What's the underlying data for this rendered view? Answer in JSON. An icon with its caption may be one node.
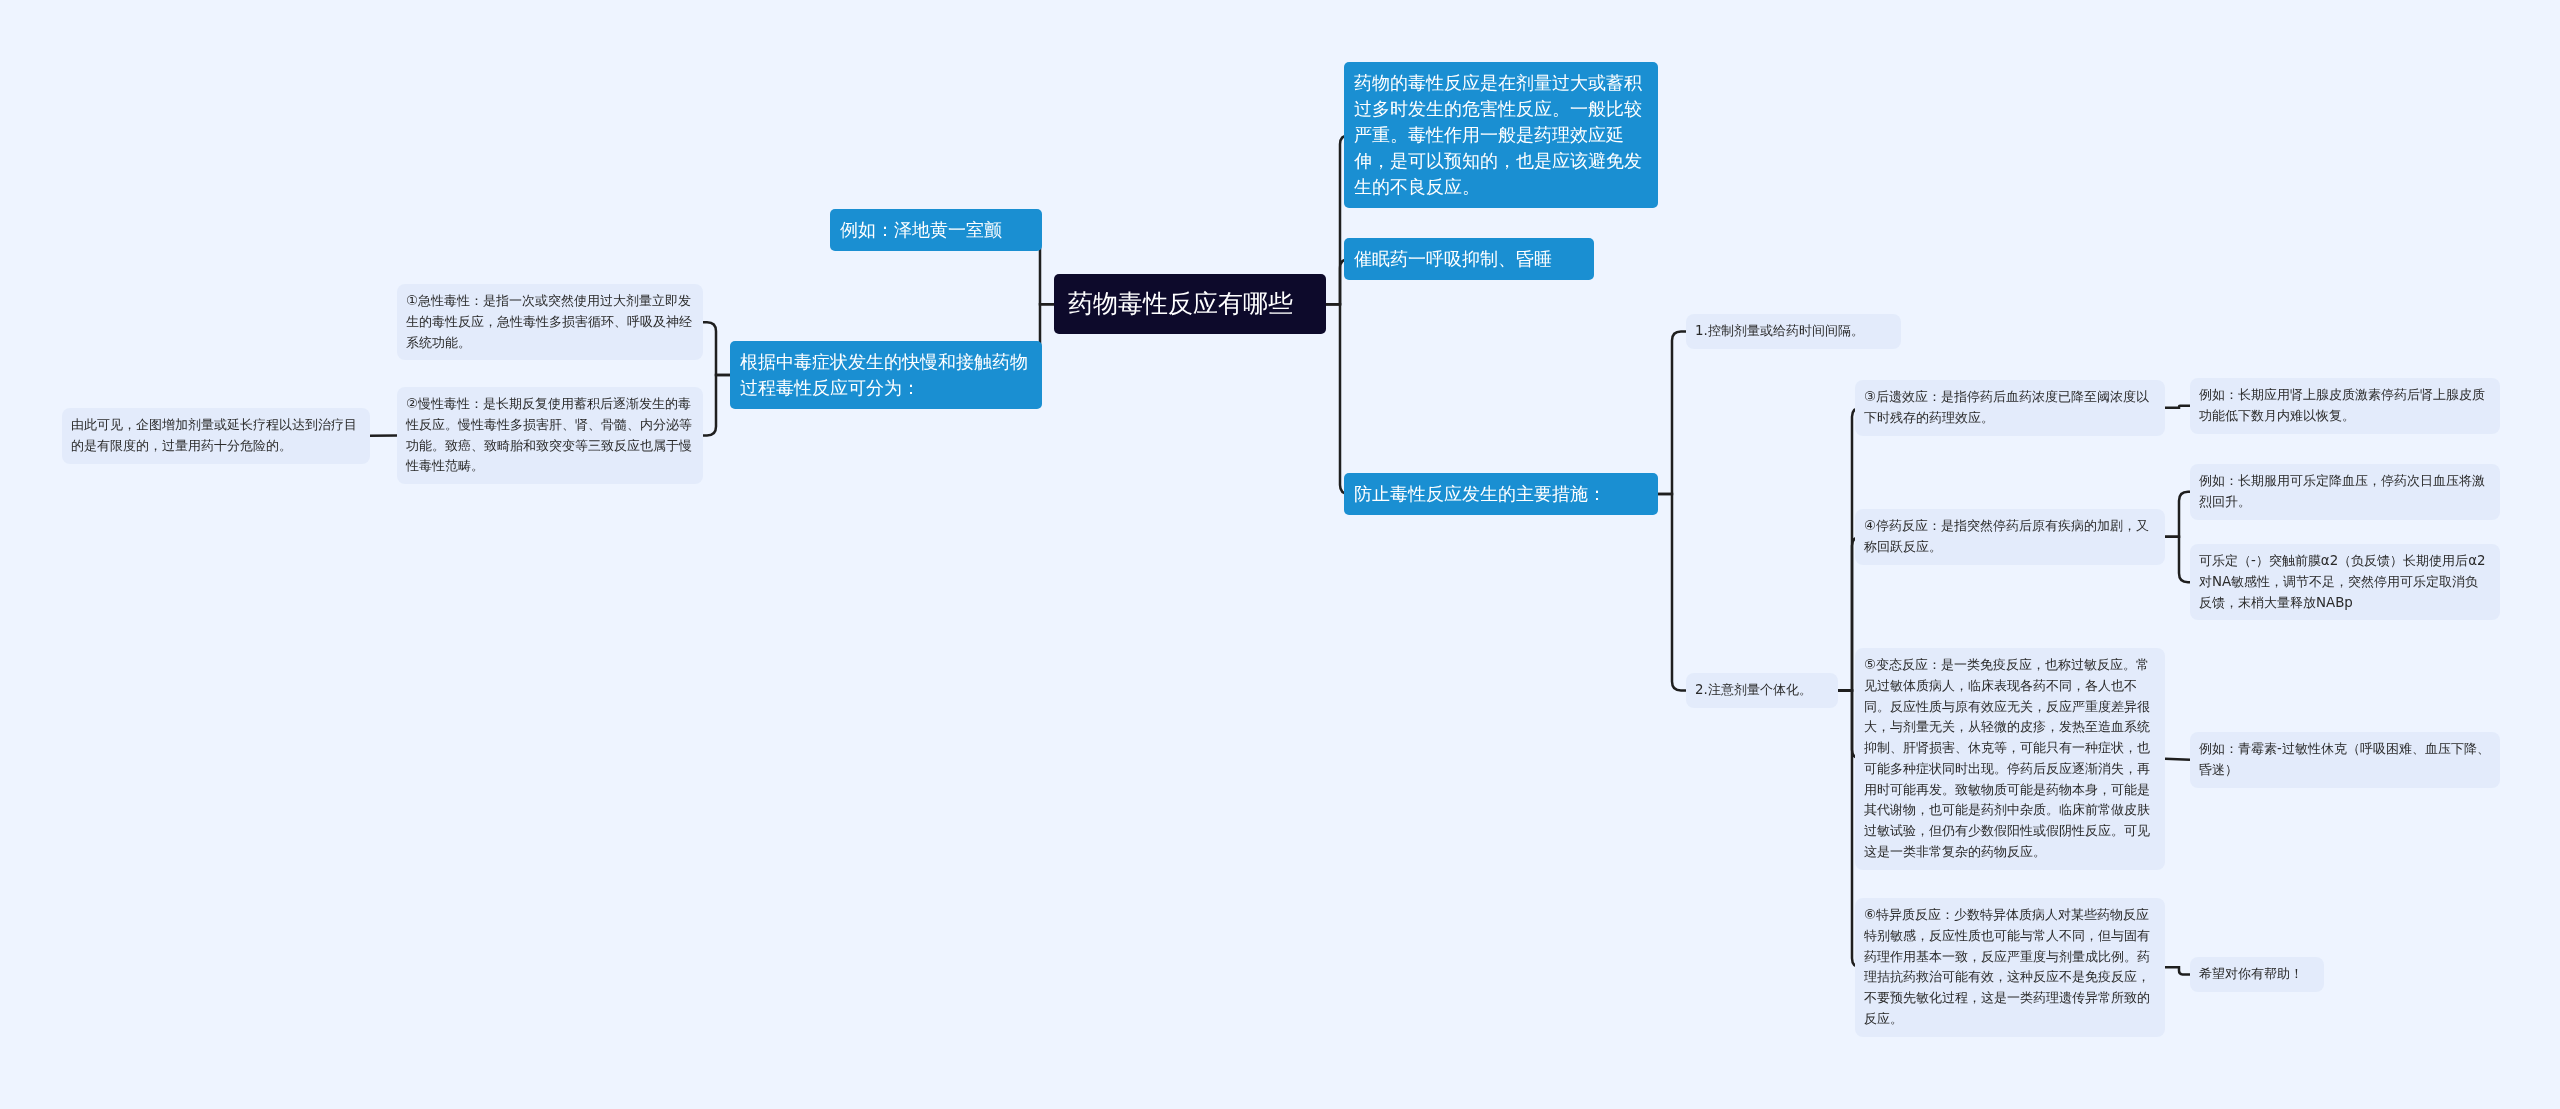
{
  "diagram": {
    "nodes": [
      {
        "text": [
          "药物毒性反应有哪些"
        ]
      },
      {
        "text": [
          "例如：泽地黄一室颤"
        ]
      },
      {
        "text": [
          "根据中毒症状发生的快慢和接触药物过程毒性反应可分为："
        ]
      },
      {
        "text": [
          "①急性毒性：是指一次或突然使用过大剂量立即发生的毒性反应，急性毒性多损害循环、呼吸及神经系统功能。"
        ]
      },
      {
        "text": [
          "②慢性毒性：是长期反复使用蓄积后逐渐发生的毒性反应。慢性毒性多损害肝、肾、骨髓、内分泌等功能。致癌、致畸胎和致突变等三致反应也属于慢性毒性范畴。"
        ]
      },
      {
        "text": [
          "由此可见，企图增加剂量或延长疗程以达到治疗目的是有限度的，过量用药十分危险的。"
        ]
      },
      {
        "text": [
          "药物的毒性反应是在剂量过大或蓄积过多时发生的危害性反应。一般比较严重。毒性作用一般是药理效应延伸，是可以预知的，也是应该避免发生的不良反应。"
        ]
      },
      {
        "text": [
          "催眠药一呼吸抑制、昏睡"
        ]
      },
      {
        "text": [
          "防止毒性反应发生的主要措施："
        ]
      },
      {
        "text": [
          "1.控制剂量或给药时间间隔。"
        ]
      },
      {
        "text": [
          "2.注意剂量个体化。"
        ]
      },
      {
        "text": [
          "③后遗效应：是指停药后血药浓度已降至阈浓度以下时残存的药理效应。"
        ]
      },
      {
        "text": [
          "例如：长期应用肾上腺皮质激素停药后肾上腺皮质功能低下数月内难以恢复。"
        ]
      },
      {
        "text": [
          "④停药反应：是指突然停药后原有疾病的加剧，又称回跃反应。"
        ]
      },
      {
        "text": [
          "例如：长期服用可乐定降血压，停药次日血压将激烈回升。"
        ]
      },
      {
        "text": [
          "可乐定（-）突触前膜α2（负反馈）长期使用后α2对NA敏感性，调节不足，突然停用可乐定取消负反馈，末梢大量释放NABp"
        ]
      },
      {
        "text": [
          "⑤变态反应：是一类免疫反应，也称过敏反应。常见过敏体质病人，临床表现各药不同，各人也不同。反应性质与原有效应无关，反应严重度差异很大，与剂量无关，从轻微的皮疹，发热至造血系统抑制、肝肾损害、休克等，可能只有一种症状，也可能多种症状同时出现。停药后反应逐渐消失，再用时可能再发。致敏物质可能是药物本身，可能是其代谢物，也可能是药剂中杂质。临床前常做皮肤过敏试验，但仍有少数假阳性或假阴性反应。可见这是一类非常复杂的药物反应。"
        ]
      },
      {
        "text": [
          "例如：青霉素-过敏性休克（呼吸困难、血压下降、昏迷）"
        ]
      },
      {
        "text": [
          "⑥特异质反应：少数特异体质病人对某些药物反应特别敏感，反应性质也可能与常人不同，但与固有药理作用基本一致，反应严重度与剂量成比例。药理拮抗药救治可能有效，这种反应不是免疫反应，不要预先敏化过程，这是一类药理遗传异常所致的反应。"
        ]
      },
      {
        "text": [
          "希望对你有帮助！"
        ]
      }
    ],
    "edges": [
      {
        "from": 0,
        "to": 1,
        "arrow": "none"
      },
      {
        "from": 0,
        "to": 2,
        "arrow": "none"
      },
      {
        "from": 2,
        "to": 3,
        "arrow": "none"
      },
      {
        "from": 2,
        "to": 4,
        "arrow": "none"
      },
      {
        "from": 4,
        "to": 5,
        "arrow": "none"
      },
      {
        "from": 0,
        "to": 6,
        "arrow": "none"
      },
      {
        "from": 0,
        "to": 7,
        "arrow": "none"
      },
      {
        "from": 0,
        "to": 8,
        "arrow": "none"
      },
      {
        "from": 8,
        "to": 9,
        "arrow": "none"
      },
      {
        "from": 8,
        "to": 10,
        "arrow": "none"
      },
      {
        "from": 10,
        "to": 11,
        "arrow": "none"
      },
      {
        "from": 11,
        "to": 12,
        "arrow": "none"
      },
      {
        "from": 10,
        "to": 13,
        "arrow": "none"
      },
      {
        "from": 13,
        "to": 14,
        "arrow": "none"
      },
      {
        "from": 13,
        "to": 15,
        "arrow": "none"
      },
      {
        "from": 10,
        "to": 16,
        "arrow": "none"
      },
      {
        "from": 16,
        "to": 17,
        "arrow": "none"
      },
      {
        "from": 10,
        "to": 18,
        "arrow": "none"
      },
      {
        "from": 18,
        "to": 19,
        "arrow": "none"
      }
    ]
  }
}
